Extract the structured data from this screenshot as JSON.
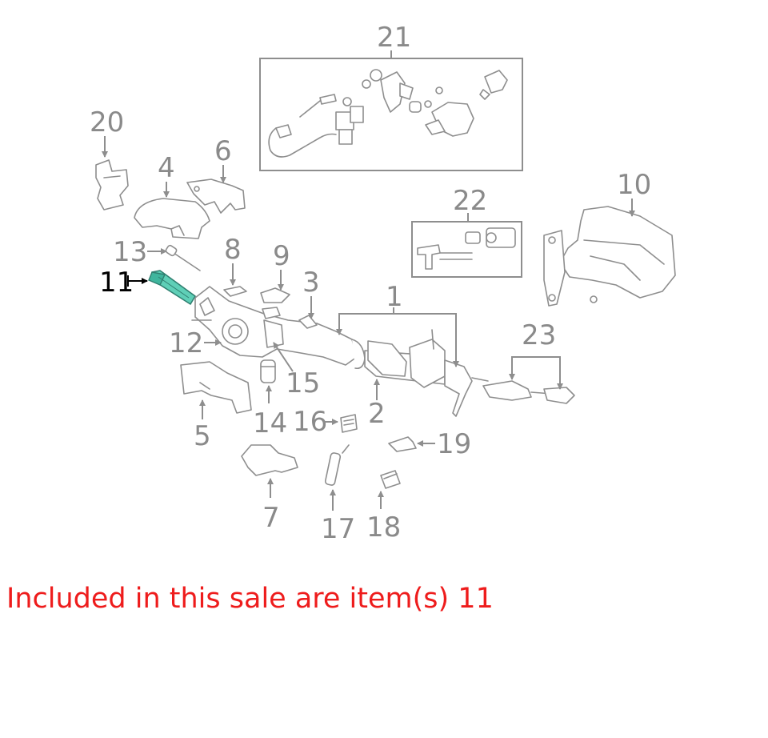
{
  "diagram": {
    "callouts": [
      "1",
      "2",
      "3",
      "4",
      "5",
      "6",
      "7",
      "8",
      "9",
      "10",
      "11",
      "12",
      "13",
      "14",
      "15",
      "16",
      "17",
      "18",
      "19",
      "20",
      "21",
      "22",
      "23"
    ],
    "selected_callout": "11",
    "colors": {
      "parts": "#8e8e8e",
      "selected_part": "#5fcfb7",
      "selected_label": "#000000",
      "note": "#ee1c1c"
    }
  },
  "note": {
    "text": "Included in this sale are item(s) 11"
  }
}
